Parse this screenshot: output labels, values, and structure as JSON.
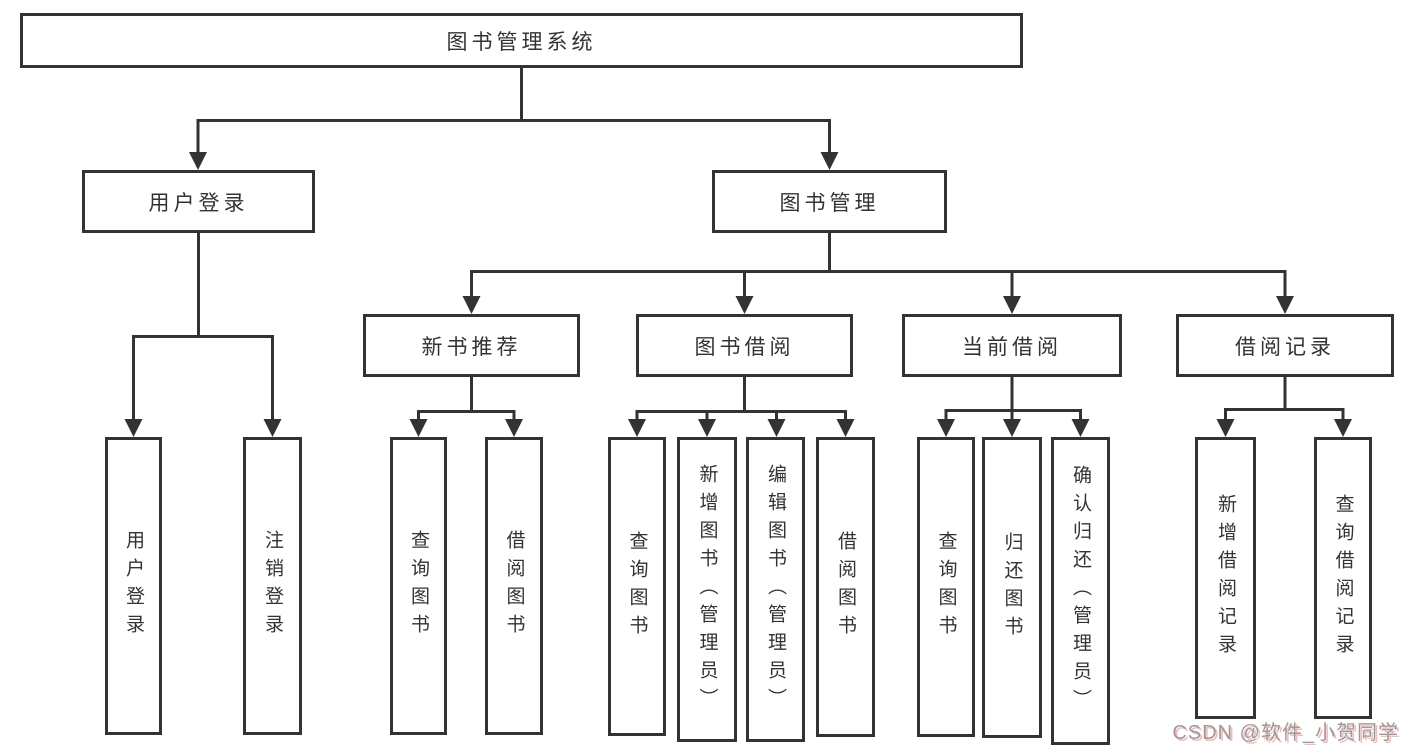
{
  "diagram": {
    "root": {
      "label": "图书管理系统"
    },
    "branches": {
      "user_login": {
        "label": "用户登录"
      },
      "book_mgmt": {
        "label": "图书管理"
      }
    },
    "modules": {
      "new_book": {
        "label": "新书推荐"
      },
      "book_borrow": {
        "label": "图书借阅"
      },
      "current_borrow": {
        "label": "当前借阅"
      },
      "borrow_record": {
        "label": "借阅记录"
      }
    },
    "leaves": {
      "user_login_login": "用户登录",
      "user_login_logout": "注销登录",
      "new_book_query": "查询图书",
      "new_book_borrow": "借阅图书",
      "book_borrow_query": "查询图书",
      "book_borrow_add": "新增图书（管理员）",
      "book_borrow_edit": "编辑图书（管理员）",
      "book_borrow_borrow": "借阅图书",
      "current_query": "查询图书",
      "current_return": "归还图书",
      "current_confirm": "确认归还（管理员）",
      "record_add": "新增借阅记录",
      "record_query": "查询借阅记录"
    }
  },
  "watermark": {
    "text": "CSDN @软件_小贺同学"
  },
  "colors": {
    "line": "#333333",
    "text": "#333333",
    "background": "#ffffff",
    "watermark": "#9b9b9b",
    "watermark_shadow": "#f3bcbc"
  }
}
